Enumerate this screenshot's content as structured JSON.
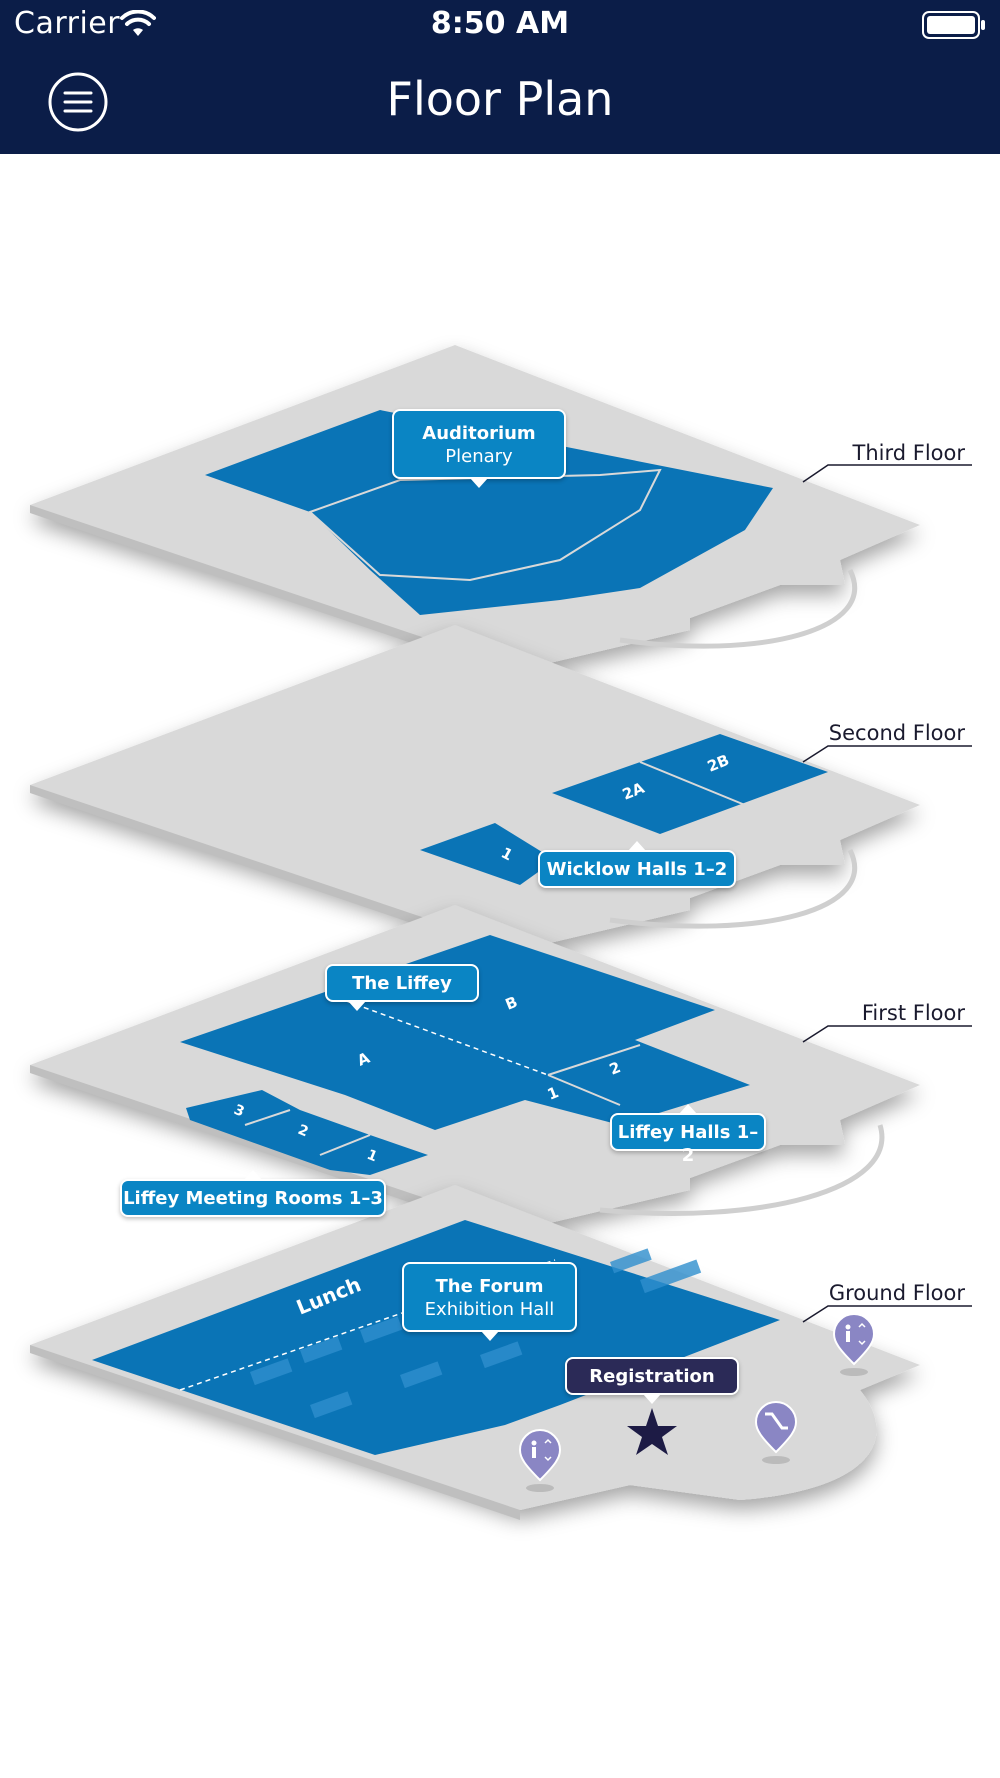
{
  "status_bar": {
    "carrier": "Carrier",
    "time": "8:50 AM",
    "icons": [
      "wifi-icon",
      "battery-icon"
    ]
  },
  "nav": {
    "title": "Floor Plan",
    "menu_icon": "hamburger-menu-icon"
  },
  "floors": {
    "third": {
      "label": "Third Floor",
      "callout": {
        "line1": "Auditorium",
        "line2": "Plenary"
      }
    },
    "second": {
      "label": "Second Floor",
      "rooms": [
        "1",
        "2A",
        "2B"
      ],
      "callout": {
        "line1": "Wicklow Halls 1–2"
      }
    },
    "first": {
      "label": "First Floor",
      "rooms": [
        "A",
        "B",
        "1",
        "2",
        "3",
        "2",
        "1"
      ],
      "callouts": {
        "liffey": {
          "line1": "The Liffey"
        },
        "liffey_halls": {
          "line1": "Liffey Halls 1–2"
        },
        "meeting_rooms": {
          "line1": "Liffey Meeting Rooms 1–3"
        }
      }
    },
    "ground": {
      "label": "Ground Floor",
      "zone_text": "Lunch",
      "callouts": {
        "forum": {
          "line1": "The Forum",
          "line2": "Exhibition Hall"
        },
        "registration": {
          "line1": "Registration"
        }
      },
      "markers": [
        "toilets-icon",
        "registration-star-icon",
        "escalator-icon",
        "toilets-icon"
      ]
    }
  },
  "colors": {
    "nav_bg": "#0b1d48",
    "floor_slab": "#d9d9d9",
    "room_blue": "#0a74b6",
    "callout_blue": "#0a85c4",
    "callout_dark": "#2b2a57",
    "marker_purple": "#8a86c4"
  }
}
